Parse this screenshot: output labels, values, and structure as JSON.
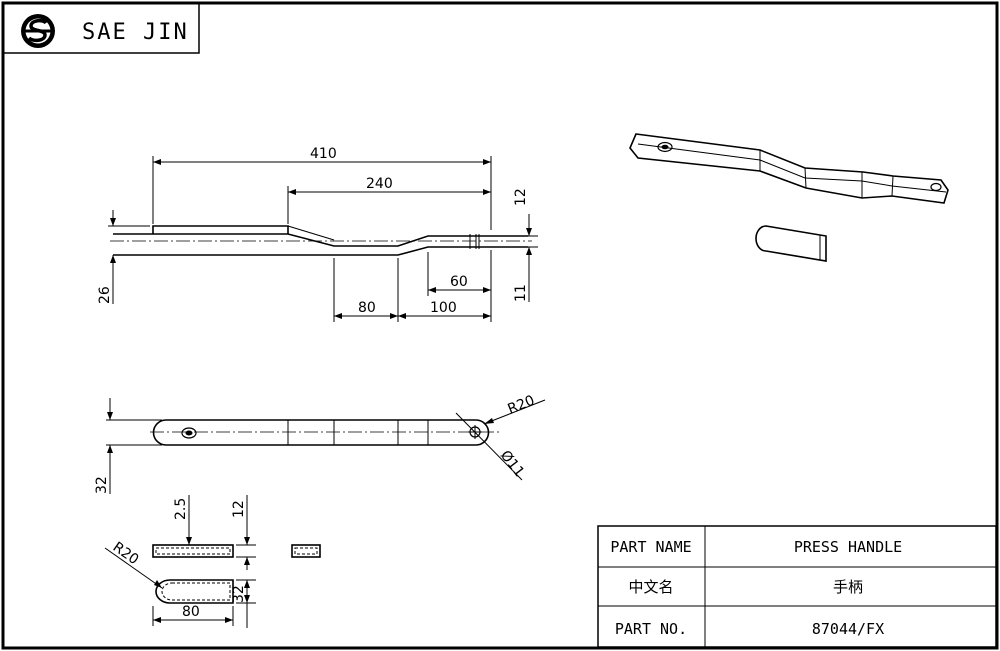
{
  "header": {
    "company": "SAE JIN",
    "logo_icon": "sj-logo-icon"
  },
  "dimensions": {
    "side_view": {
      "overall_length": "410",
      "offset_length": "240",
      "right_thickness": "12",
      "total_height": "26",
      "right_drop": "11",
      "tail_length": "60",
      "bend_bottom": "80",
      "right_section": "100"
    },
    "top_view": {
      "end_radius": "R20",
      "hole_diameter": "Ø11",
      "width": "32"
    },
    "grip_detail": {
      "wall": "2.5",
      "thickness": "12",
      "end_radius": "R20",
      "length": "80",
      "width": "32"
    }
  },
  "title_block": {
    "rows": [
      {
        "label": "PART NAME",
        "value": "PRESS HANDLE"
      },
      {
        "label": "中文名",
        "value": "手柄"
      },
      {
        "label": "PART NO.",
        "value": "87044/FX"
      }
    ]
  }
}
